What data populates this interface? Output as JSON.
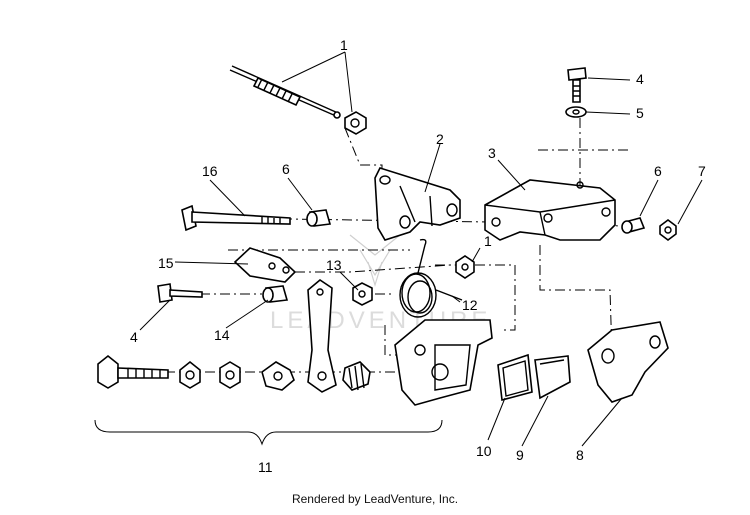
{
  "diagram": {
    "watermark": "LEADVENTURE",
    "callouts": {
      "c1a": "1",
      "c1b": "1",
      "c2": "2",
      "c3": "3",
      "c4a": "4",
      "c4b": "4",
      "c5": "5",
      "c6a": "6",
      "c6b": "6",
      "c7": "7",
      "c8": "8",
      "c9": "9",
      "c10": "10",
      "c11": "11",
      "c12": "12",
      "c13": "13",
      "c14": "14",
      "c15": "15",
      "c16": "16"
    }
  },
  "footer": {
    "text": "Rendered by LeadVenture, Inc."
  }
}
